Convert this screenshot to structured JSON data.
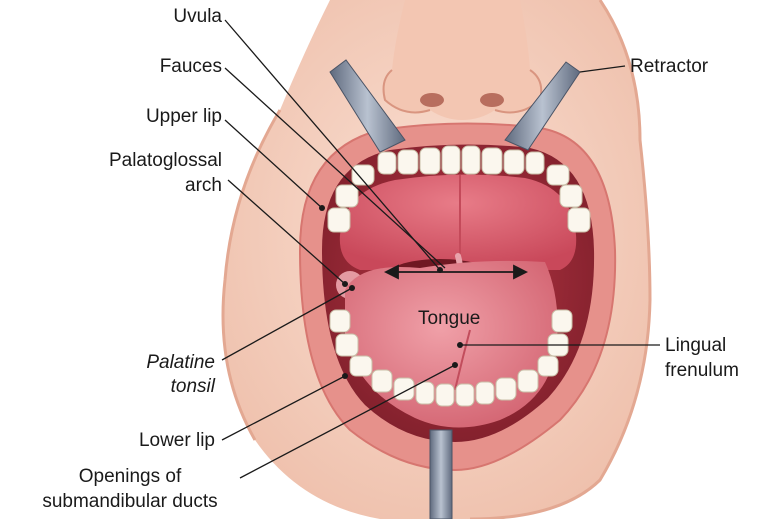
{
  "labels": {
    "uvula": "Uvula",
    "fauces": "Fauces",
    "upper_lip": "Upper lip",
    "palatoglossal_arch_line1": "Palatoglossal",
    "palatoglossal_arch_line2": "arch",
    "palatine_tonsil_line1": "Palatine",
    "palatine_tonsil_line2": "tonsil",
    "lower_lip": "Lower lip",
    "submandibular_line1": "Openings of",
    "submandibular_line2": "submandibular ducts",
    "retractor": "Retractor",
    "tongue": "Tongue",
    "lingual_frenulum_line1": "Lingual",
    "lingual_frenulum_line2": "frenulum"
  },
  "colors": {
    "skin": "#f6d2c2",
    "skin_shadow": "#e8b29c",
    "lip": "#e58a84",
    "mouth_cavity": "#a8303a",
    "palate": "#d85a68",
    "tongue": "#e27b86",
    "teeth": "#fbf7ee",
    "retractor": "#7f8ba0",
    "leader_line": "#1a1a1a"
  }
}
